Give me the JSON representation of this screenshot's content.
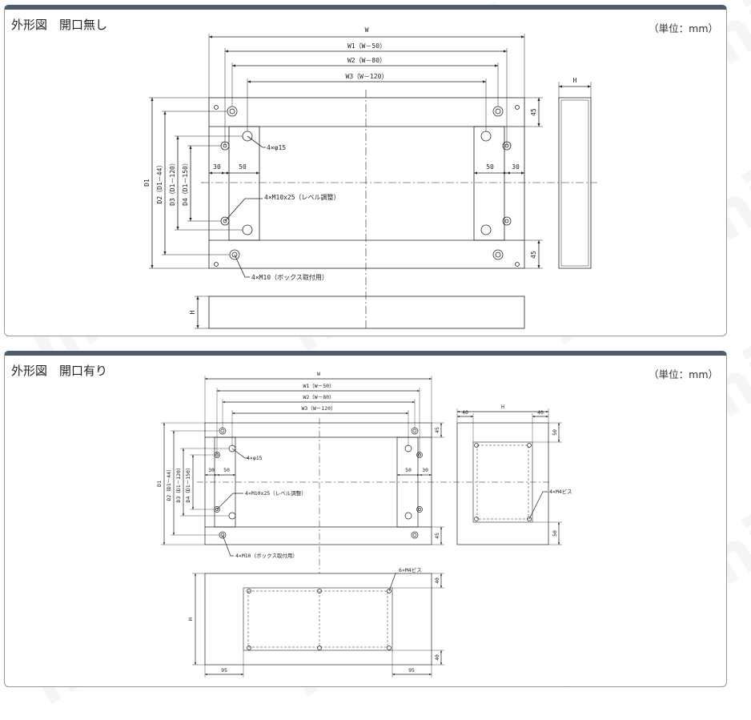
{
  "panel1": {
    "title": "外形図　開口無し",
    "unit": "（単位：mm）",
    "labels": {
      "w": "W",
      "w1": "W1（W－50）",
      "w2": "W2（W－80）",
      "w3": "W3（W－120）",
      "h_side": "H",
      "h_bottom": "H",
      "d1": "D1",
      "d2": "D2（D1－44）",
      "d3": "D3（D1－120）",
      "d4": "D4（D1－150）",
      "hole": "4×φ15",
      "level": "4×M10x25（レベル調整）",
      "box": "4×M10（ボックス取付用）",
      "n30l": "30",
      "n50l": "50",
      "n50r": "50",
      "n30r": "30",
      "n45t": "45",
      "n45b": "45"
    }
  },
  "panel2": {
    "title": "外形図　開口有り",
    "unit": "（単位：mm）",
    "labels": {
      "w": "W",
      "w1": "W1（W－50）",
      "w2": "W2（W－80）",
      "w3": "W3（W－120）",
      "h_side": "H",
      "h_bottom": "H",
      "d1": "D1",
      "d2": "D2（D1－44）",
      "d3": "D3（D1－120）",
      "d4": "D4（D1－150）",
      "hole": "4×φ15",
      "level": "4×M10x25（レベル調整）",
      "box": "4×M10（ボックス取付用）",
      "m4_side": "4×M4ビス",
      "m4_bottom": "6×M4ビス",
      "n30l": "30",
      "n50l": "50",
      "n50r": "50",
      "n30r": "30",
      "n45t": "45",
      "n45b": "45",
      "s40l": "40",
      "s40r": "40",
      "s50t": "50",
      "s50b": "50",
      "b40t": "40",
      "b40b": "40",
      "b95l": "95",
      "b95r": "95"
    }
  },
  "watermark": "misumi"
}
